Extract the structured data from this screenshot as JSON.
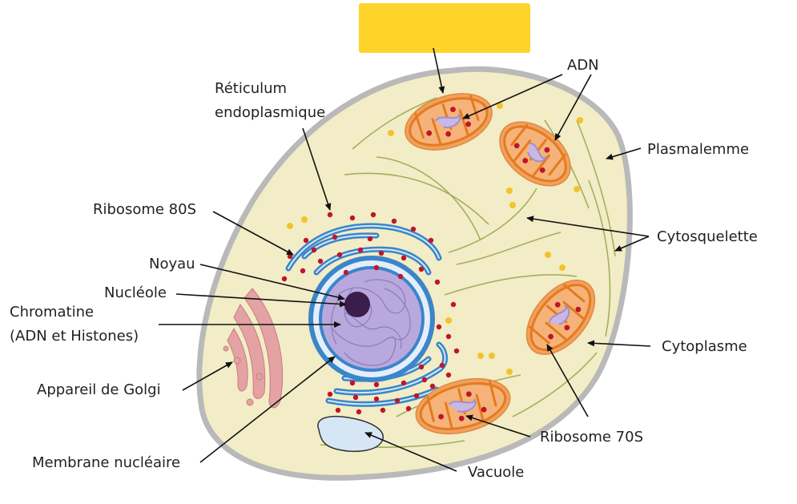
{
  "labels": {
    "adn": "ADN",
    "reticulum": "Réticulum\nendoplasmique",
    "plasmalemme": "Plasmalemme",
    "ribosome80s": "Ribosome 80S",
    "cytosquelette": "Cytosquelette",
    "noyau": "Noyau",
    "nucleole": "Nucléole",
    "chromatine": "Chromatine\n(ADN et Histones)",
    "cytoplasme": "Cytoplasme",
    "golgi": "Appareil de Golgi",
    "ribosome70s": "Ribosome 70S",
    "membrane": "Membrane nucléaire",
    "vacuole": "Vacuole"
  },
  "colors": {
    "highlight": "#ffd42a",
    "cytoplasm": "#f2edc6",
    "cell_border": "#b9b9b9",
    "er_blue": "#3b85c9",
    "nucleus_purple": "#b9a8de",
    "nucleolus": "#3a1d4a",
    "mito_outer": "#f0a060",
    "mito_inner": "#e47b1e",
    "ribosome_red": "#c0152a",
    "golgi_pink": "#e4a2a4",
    "vacuole_blue": "#d7e6f4",
    "granule_yellow": "#f2c32a"
  }
}
